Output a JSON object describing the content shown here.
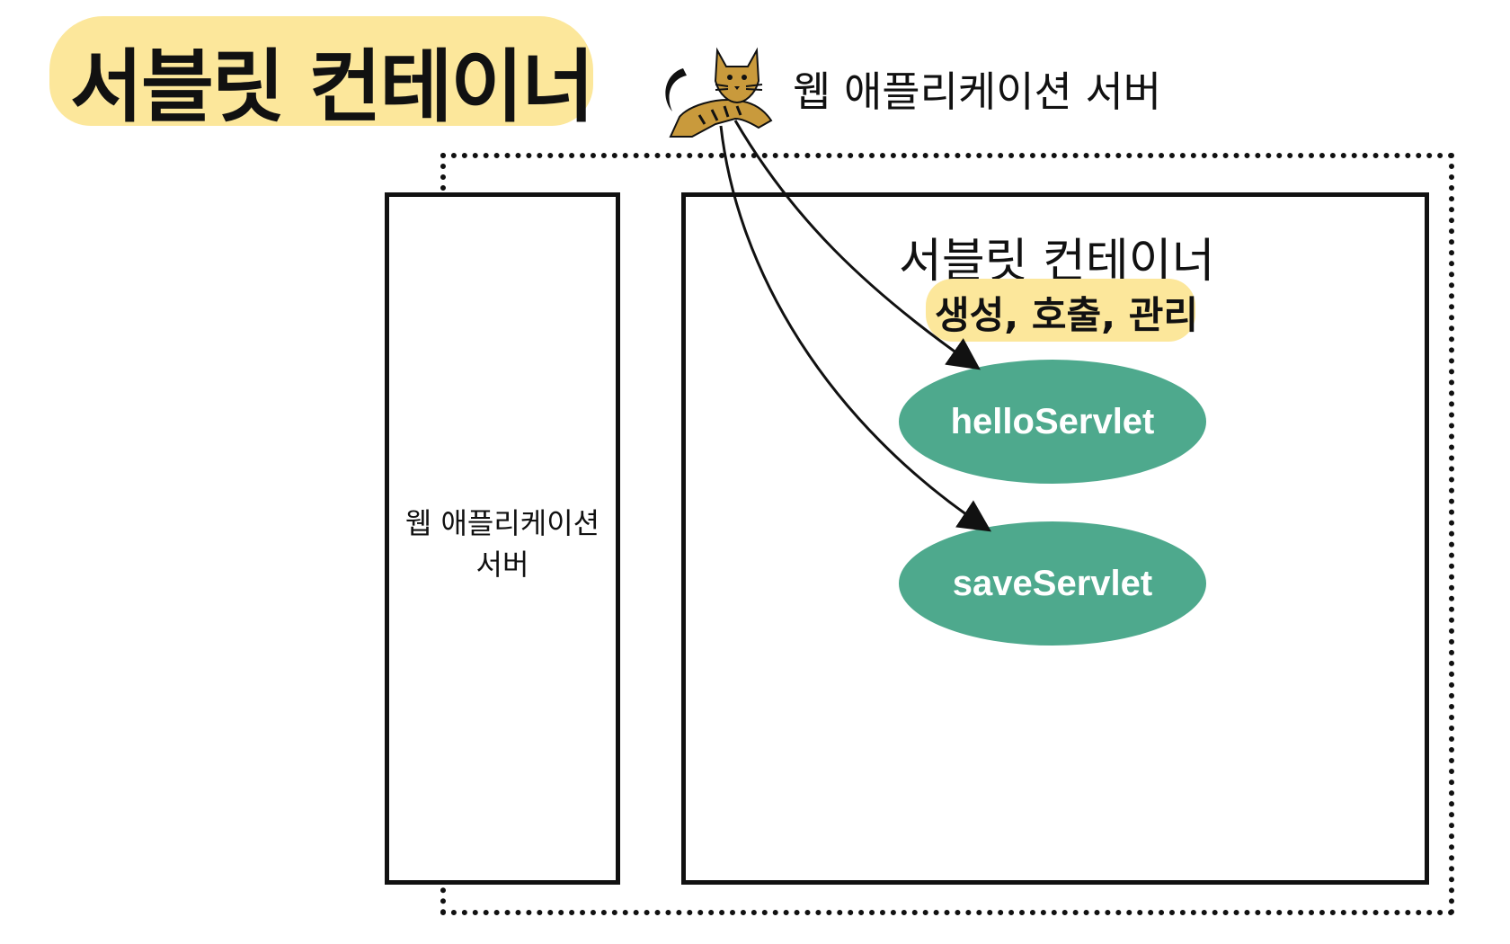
{
  "title": "서블릿 컨테이너",
  "tomcat_label": "웹 애플리케이션 서버",
  "was_box": {
    "line1": "웹 애플리케이션",
    "line2": "서버"
  },
  "container": {
    "title": "서블릿 컨테이너",
    "tag": "생성, 호출, 관리"
  },
  "servlets": [
    {
      "name": "helloServlet"
    },
    {
      "name": "saveServlet"
    }
  ],
  "colors": {
    "highlight": "#fce79b",
    "servlet_fill": "#4ea98d",
    "stroke": "#111111",
    "tomcat_body": "#c99a3c"
  },
  "icons": {
    "tomcat": "tomcat-cat-icon"
  }
}
